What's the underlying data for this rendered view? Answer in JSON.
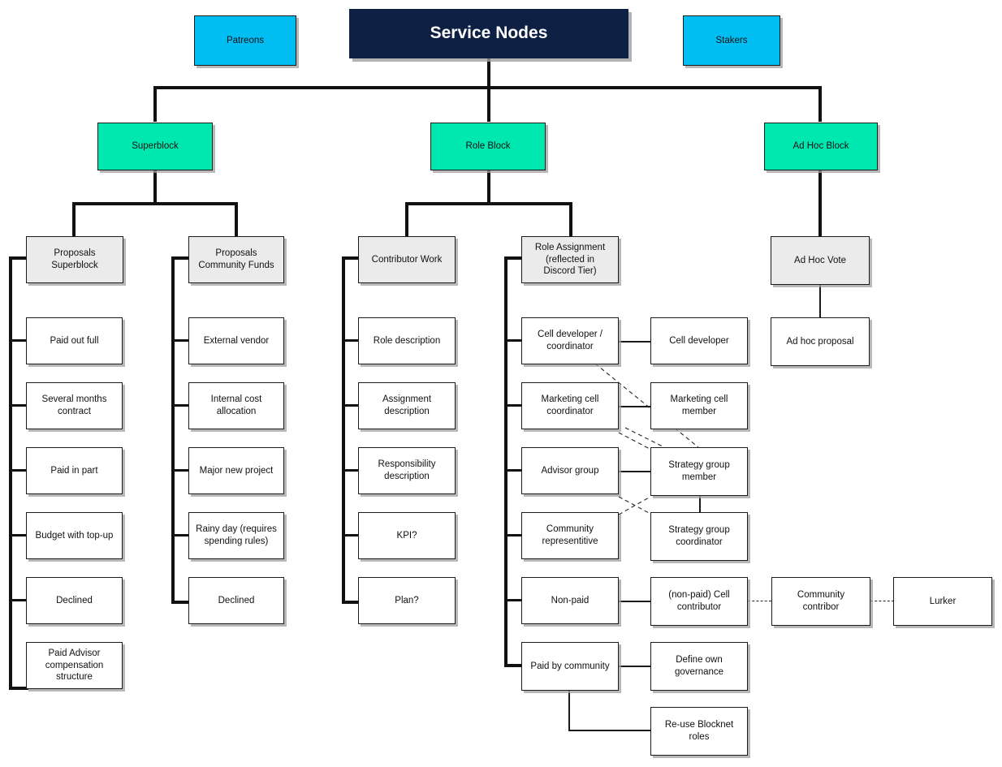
{
  "diagram": {
    "title": "Service Nodes",
    "colors": {
      "navy": "#0d2044",
      "cyan": "#00bdf2",
      "green": "#00e8b0",
      "grey": "#ebebeb",
      "white": "#ffffff",
      "line": "#111111"
    }
  },
  "nodes": {
    "patreons": "Patreons",
    "service_nodes": "Service Nodes",
    "stakers": "Stakers",
    "superblock": "Superblock",
    "role_block": "Role Block",
    "ad_hoc_block": "Ad Hoc Block",
    "proposals_superblock": "Proposals\nSuperblock",
    "proposals_community_funds": "Proposals\nCommunity Funds",
    "contributor_work": "Contributor Work",
    "role_assignment": "Role Assignment\n(reflected in\nDiscord Tier)",
    "ad_hoc_vote": "Ad Hoc Vote",
    "paid_out_full": "Paid out full",
    "several_months_contract": "Several months\ncontract",
    "paid_in_part": "Paid in part",
    "budget_with_top_up": "Budget with top-up",
    "declined_superblock": "Declined",
    "paid_advisor_compensation_structure": "Paid Advisor\ncompensation\nstructure",
    "external_vendor": "External vendor",
    "internal_cost_allocation": "Internal cost\nallocation",
    "major_new_project": "Major new project",
    "rainy_day": "Rainy day (requires\nspending rules)",
    "declined_community_funds": "Declined",
    "role_description": "Role description",
    "assignment_description": "Assignment\ndescription",
    "responsibility_description": "Responsibility\ndescription",
    "kpi": "KPI?",
    "plan": "Plan?",
    "cell_developer_coordinator": "Cell developer /\ncoordinator",
    "marketing_cell_coordinator": "Marketing cell\ncoordinator",
    "advisor_group": "Advisor group",
    "community_representitive": "Community\nrepresentitive",
    "non_paid": "Non-paid",
    "paid_by_community": "Paid by community",
    "cell_developer": "Cell developer",
    "marketing_cell_member": "Marketing cell\nmember",
    "strategy_group_member": "Strategy group\nmember",
    "strategy_group_coordinator": "Strategy group\ncoordinator",
    "non_paid_cell_contributor": "(non-paid) Cell\ncontributor",
    "define_own_governance": "Define own\ngovernance",
    "re_use_blocknet_roles": "Re-use Blocknet\nroles",
    "ad_hoc_proposal": "Ad hoc proposal",
    "community_contribor": "Community\ncontribor",
    "lurker": "Lurker"
  }
}
